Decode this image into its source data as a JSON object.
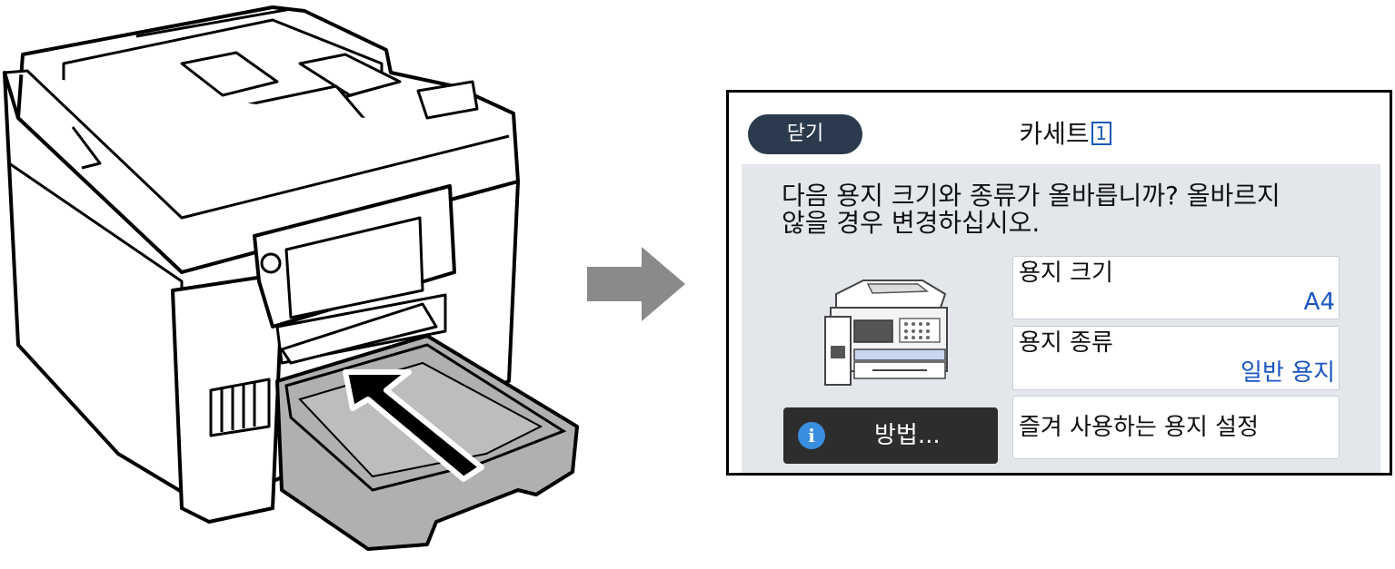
{
  "colors": {
    "header_button_bg": "#2b3a4d",
    "content_bg": "#e3e7ec",
    "value_text": "#1a55c2",
    "how_to_button_bg": "#2d2d2d",
    "info_icon": "#3a8ee0",
    "arrow": "#8a8a8a",
    "paper": "#b0b0b0"
  },
  "screen": {
    "close_label": "닫기",
    "title": "카세트",
    "title_badge": "1",
    "message_line1": "다음 용지 크기와 종류가 올바릅니까? 올바르지",
    "message_line2": "않을 경우 변경하십시오.",
    "paper_size_label": "용지 크기",
    "paper_size_value": "A4",
    "paper_type_label": "용지 종류",
    "paper_type_value": "일반 용지",
    "favorite_label": "즐겨 사용하는 용지 설정",
    "how_to_label": "방법...",
    "how_to_icon": "info-icon",
    "how_to_icon_glyph": "i"
  },
  "illustration": {
    "subject": "printer-cassette-insert",
    "arrow_icon": "right-arrow-icon"
  }
}
